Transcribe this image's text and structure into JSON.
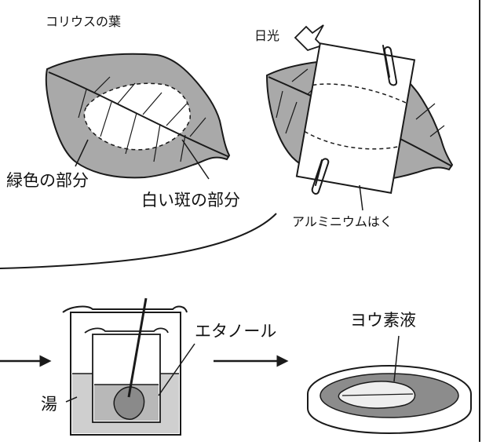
{
  "labels": {
    "coleus_leaf": "コリウスの葉",
    "sunlight": "日光",
    "green_part": "緑色の部分",
    "white_spot_part": "白い斑の部分",
    "aluminum_foil": "アルミニウムはく",
    "ethanol": "エタノール",
    "hot_water": "湯",
    "iodine_solution": "ヨウ素液"
  },
  "colors": {
    "line": "#1a1a1a",
    "leaf_gray": "#a9a9a9",
    "liquid_gray": "#b8b8b8",
    "dish_liquid": "#8c8c8c"
  }
}
